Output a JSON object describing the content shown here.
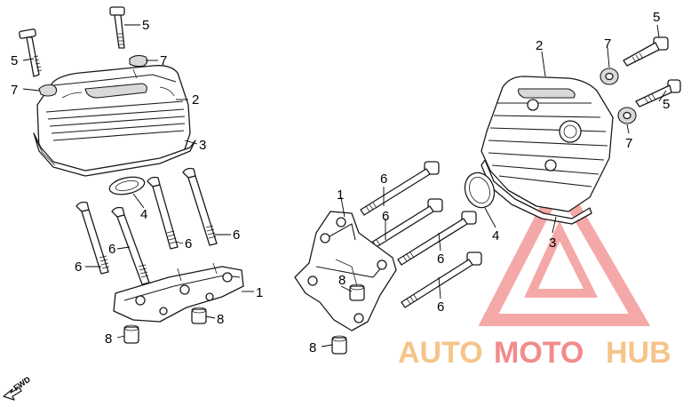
{
  "diagram": {
    "callouts": {
      "l_5a": "5",
      "l_5b": "5",
      "l_7a": "7",
      "l_7b": "7",
      "l_2a": "2",
      "l_3a": "3",
      "l_4a": "4",
      "l_6a": "6",
      "l_6b": "6",
      "l_6c": "6",
      "l_8a": "8",
      "l_8b": "8",
      "l_1a": "1",
      "r_5a": "5",
      "r_5b": "5",
      "r_7a": "7",
      "r_7b": "7",
      "r_2a": "2",
      "r_3a": "3",
      "r_4a": "4",
      "r_6a": "6",
      "r_6b": "6",
      "r_6c": "6",
      "r_6d": "6",
      "r_1a": "1",
      "r_8a": "8",
      "r_8b": "8"
    },
    "fwd_label": "FWD",
    "watermark": {
      "part1": "AUTO",
      "part2": "MOTO",
      "part3": "HUB",
      "color1": "#f6c48a",
      "color2": "#f28b8b",
      "color3": "#f6c48a"
    }
  }
}
